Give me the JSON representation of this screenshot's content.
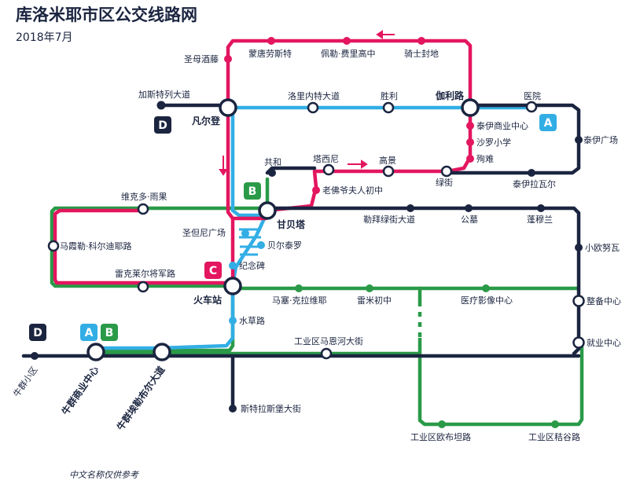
{
  "title": "库洛米耶市区公交线路网",
  "date": "2018年7月",
  "footnote": "中文名称仅供参考",
  "colors": {
    "line_A": "#32aee5",
    "line_B": "#2a9a48",
    "line_C": "#e3165f",
    "line_D": "#1b2540",
    "text": "#1b2540"
  },
  "lines": {
    "A": {
      "letter": "A",
      "color": "#32aee5"
    },
    "B": {
      "letter": "B",
      "color": "#2a9a48"
    },
    "C": {
      "letter": "C",
      "color": "#e3165f"
    },
    "D": {
      "letter": "D",
      "color": "#1b2540"
    }
  },
  "stations": {
    "jiasitelie": "加斯特列大道",
    "fanerdeng": "凡尔登",
    "luolineite": "洛里内特大道",
    "shengli": "胜利",
    "jialilu": "伽利路",
    "yiyuan": "医院",
    "shengmujiudian": "圣母酒藤",
    "mengtanglaosi": "蒙唐劳斯特",
    "peile": "佩勒·费里高中",
    "qishifengdi": "骑士封地",
    "taiyishangye": "泰伊商业中心",
    "shaluoxiaoxue": "沙罗小学",
    "xunnan": "殉难",
    "taiyiguangchang": "泰伊广场",
    "gonghe": "共和",
    "taxini": "塔西尼",
    "gaojing": "高景",
    "lvjie": "绿街",
    "taiyilawaer": "泰伊拉瓦尔",
    "laofoye": "老佛爷夫人初中",
    "weikeduo": "维克多·雨果",
    "ganbeita": "甘贝塔",
    "leibailv": "勒拜绿街大道",
    "gongmu": "公墓",
    "pengmulan": "蓬穆兰",
    "xiaoouwa": "小欧努瓦",
    "maxiale": "马霞勒·科尔迪耶路",
    "shengdanni": "圣但尼广场",
    "beierluo": "贝尔泰罗",
    "jinianbei": "纪念碑",
    "leikelai": "雷克莱尔将军路",
    "huochezhan": "火车站",
    "masai": "马塞·克拉维耶",
    "leimi": "雷米初中",
    "yiliao": "医疗影像中心",
    "zhengbei": "整备中心",
    "shuicaolu": "水草路",
    "gongyequmaen": "工业区马恩河大街",
    "jiuye": "就业中心",
    "niuchangxiaoqu": "牛群小区",
    "niuchangshangye": "牛群商业中心",
    "niuchangbule": "牛群埃勒布尔大道",
    "sitela": "斯特拉斯堡大街",
    "gongyeouba": "工业区欧布坦路",
    "gongyejiegu": "工业区秸谷路"
  }
}
